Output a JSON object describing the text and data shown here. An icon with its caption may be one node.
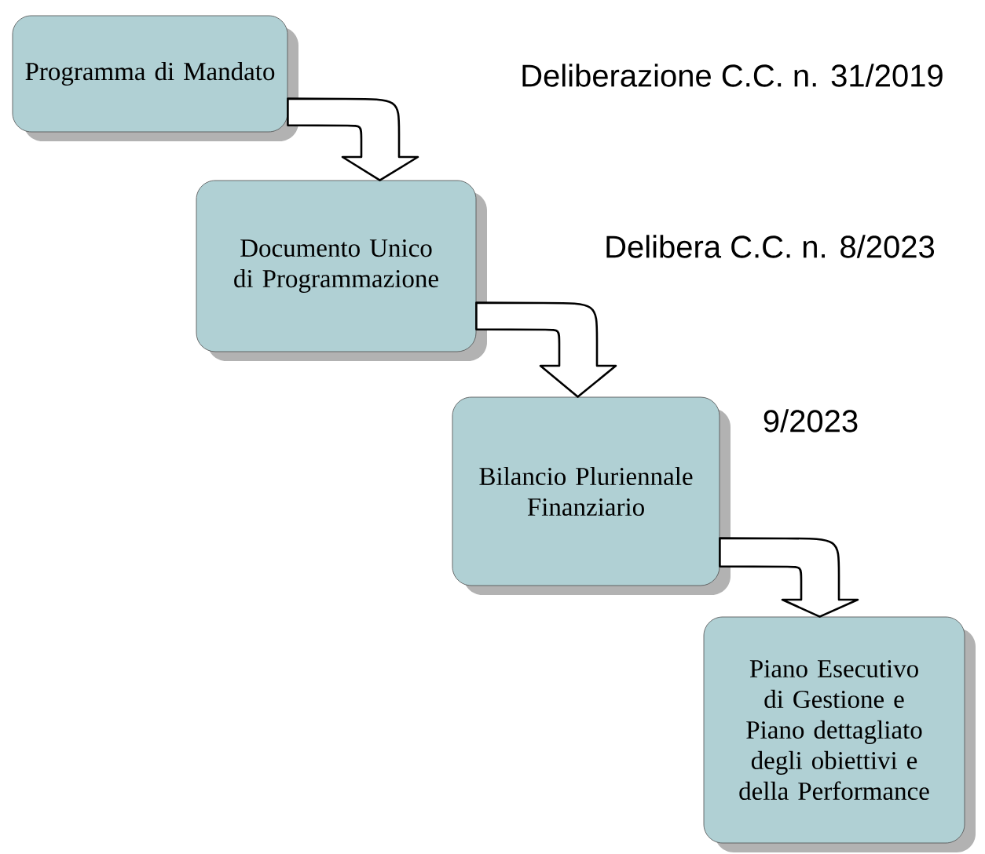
{
  "diagram": {
    "nodes": [
      {
        "text": [
          "Programma di Mandato"
        ]
      },
      {
        "text": [
          "Documento Unico di Programmazione"
        ]
      },
      {
        "text": [
          "Bilancio Pluriennale Finanziario"
        ]
      },
      {
        "text": [
          "Piano Esecutivo di Gestione e Piano dettagliato degli obiettivi e della Performance"
        ]
      }
    ],
    "edges": [
      {
        "from": 0,
        "to": 1,
        "arrow": "to"
      },
      {
        "from": 1,
        "to": 2,
        "arrow": "to"
      },
      {
        "from": 2,
        "to": 3,
        "arrow": "to"
      }
    ],
    "labels": [
      "Deliberazione C.C. n. 31/2019",
      "Delibera C.C. n. 8/2023",
      "9/2023"
    ]
  }
}
